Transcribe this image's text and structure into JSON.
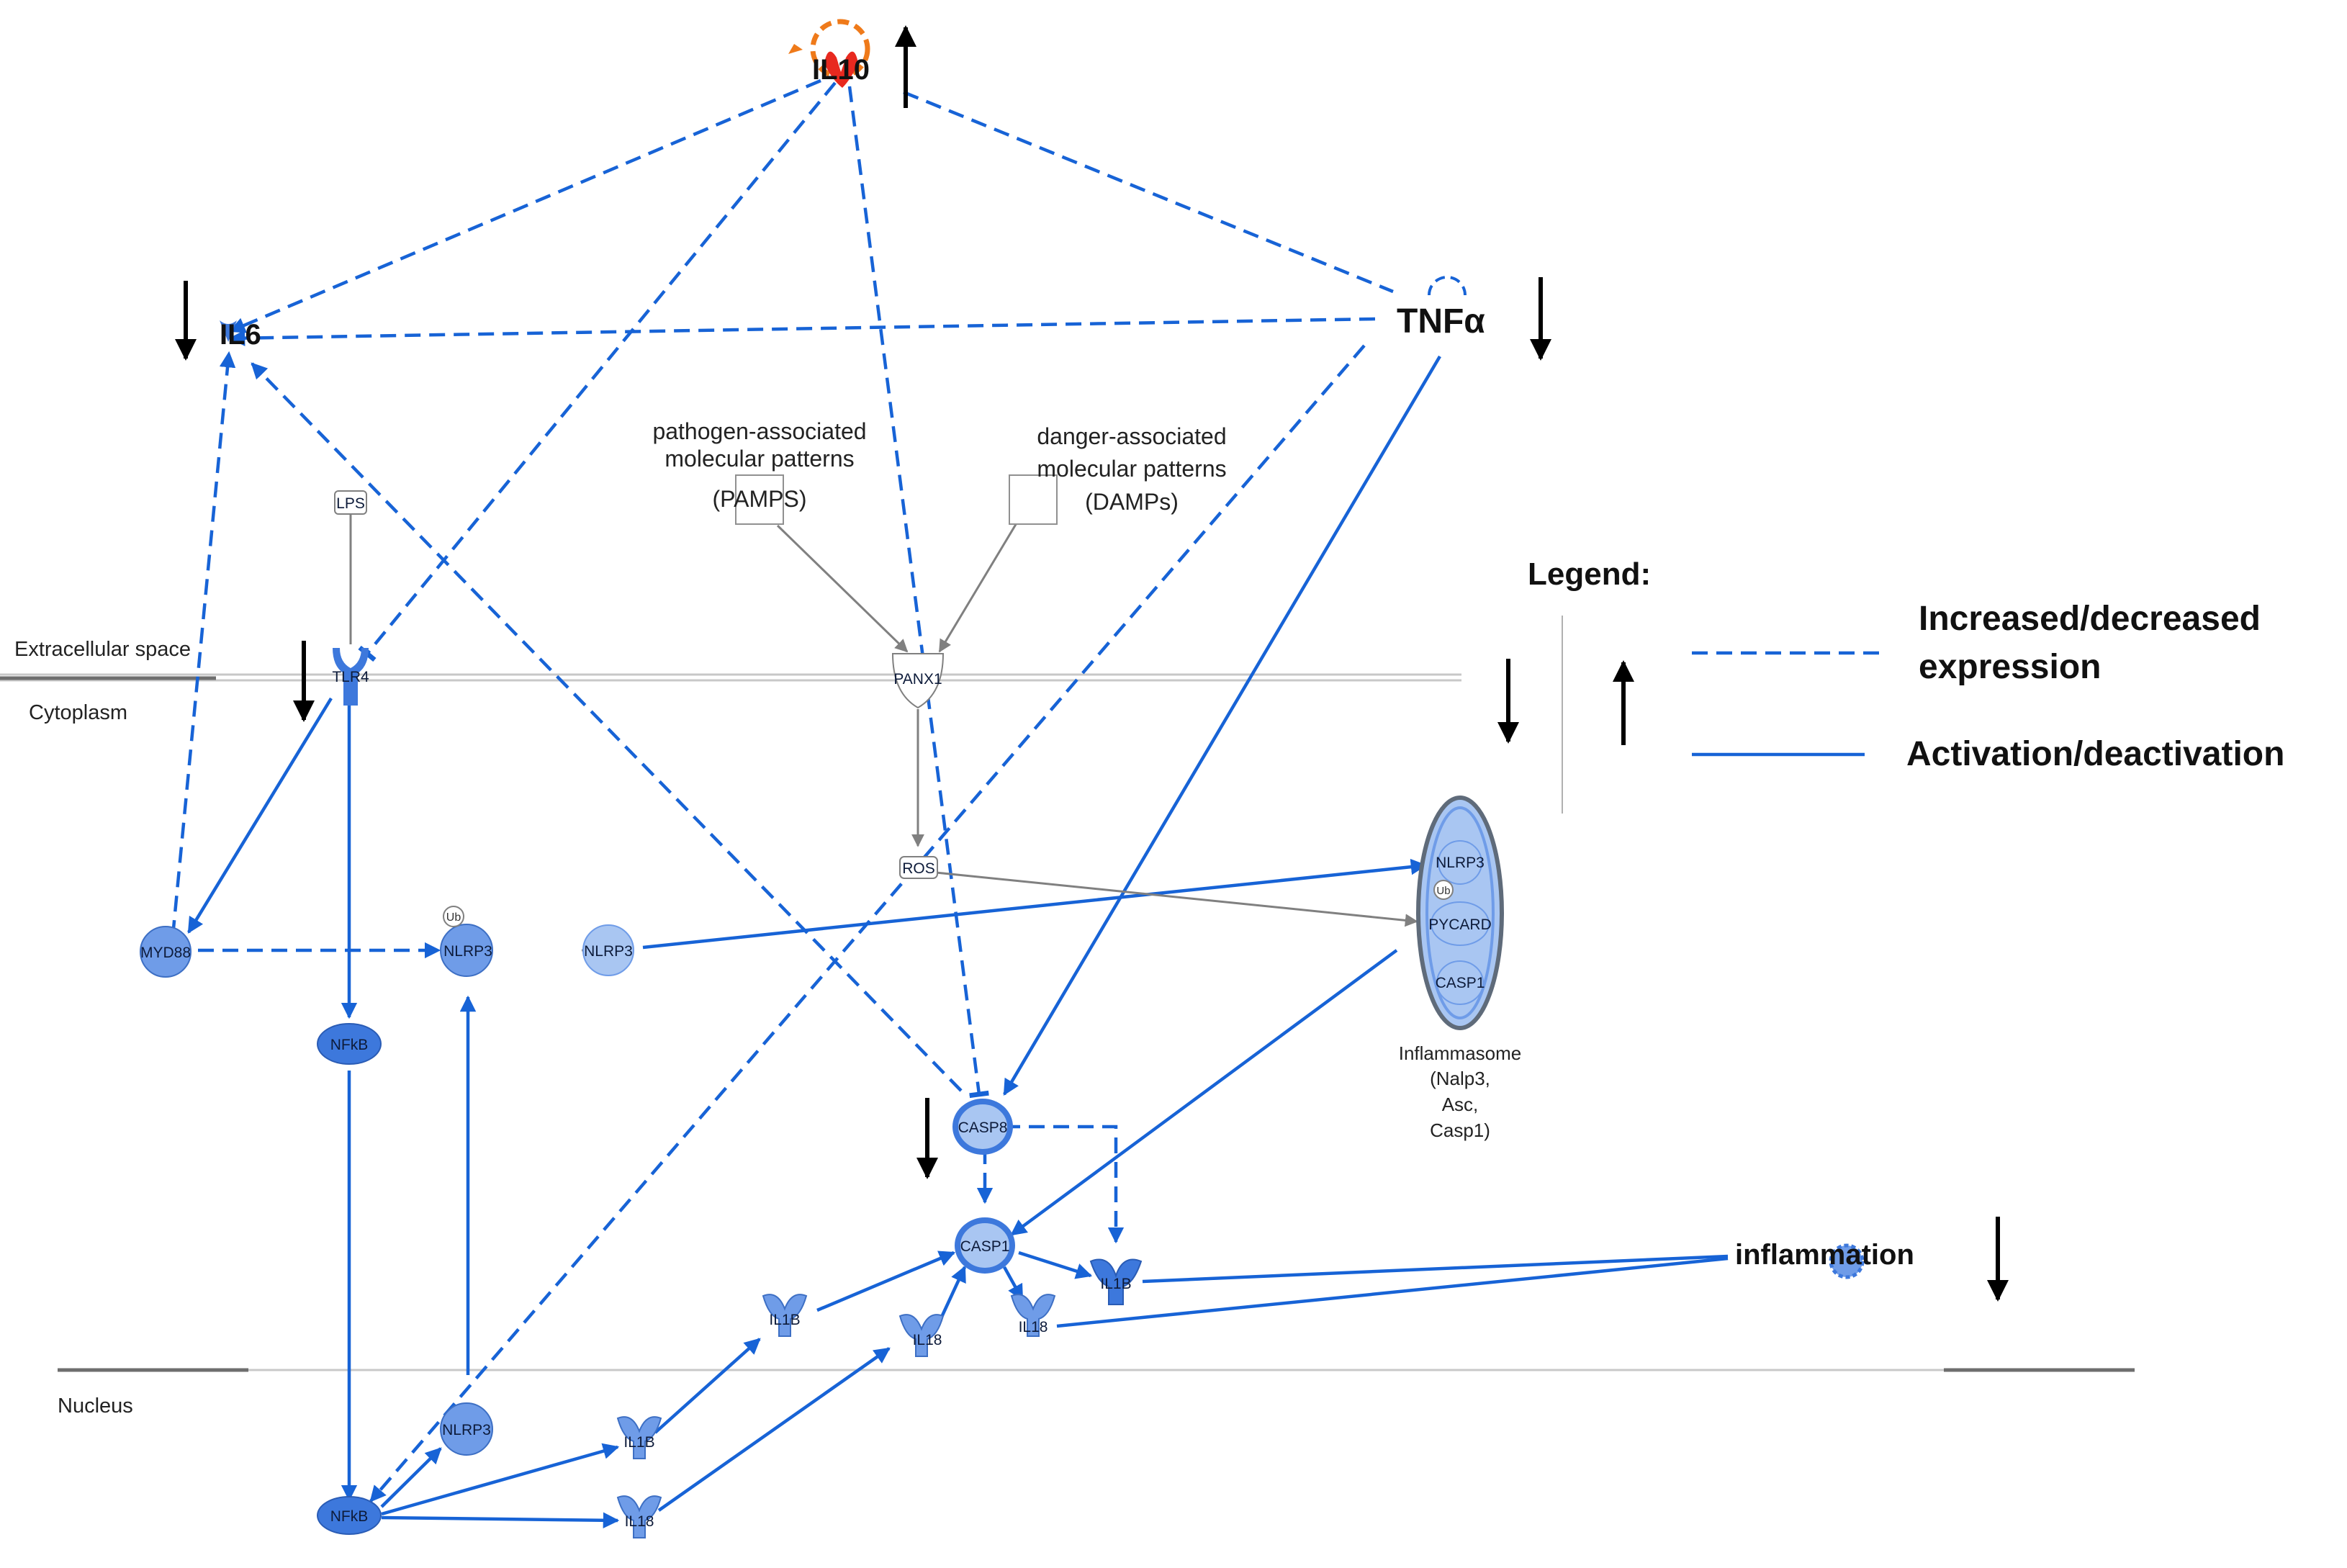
{
  "compartments": {
    "extracellular": "Extracellular space",
    "cytoplasm": "Cytoplasm",
    "nucleus": "Nucleus"
  },
  "nodes": {
    "il10": "IL10",
    "il6": "IL6",
    "tnfa": "TNFα",
    "lps": "LPS",
    "tlr4": "TLR4",
    "panx1": "PANX1",
    "ros": "ROS",
    "myd88": "MYD88",
    "nlrp3_a": "NLRP3",
    "nlrp3_b": "NLRP3",
    "nfkb_cyto": "NFkB",
    "casp8": "CASP8",
    "casp1": "CASP1",
    "il1b_cyto": "IL1B",
    "il18_cyto_a": "IL18",
    "il18_cyto_b": "IL18",
    "il1b_right": "IL1B",
    "nlrp3_nuc": "NLRP3",
    "il1b_nuc": "IL1B",
    "il18_nuc": "IL18",
    "nfkb_nuc": "NFkB",
    "inflammation": "inflammation",
    "ub": "Ub"
  },
  "pamps": [
    "pathogen-associated",
    "molecular patterns",
    "(PAMPS)"
  ],
  "damps": [
    "danger-associated",
    "molecular patterns",
    "(DAMPs)"
  ],
  "inflammasome": {
    "components": [
      "NLRP3",
      "Ub",
      "PYCARD",
      "CASP1"
    ],
    "caption": [
      "Inflammasome",
      "(Nalp3,",
      "Asc,",
      "Casp1)"
    ]
  },
  "legend": {
    "title": "Legend:",
    "dashed_label": [
      "Increased/decreased",
      "expression"
    ],
    "solid_label": "Activation/deactivation"
  },
  "colors": {
    "edge": "#1763d6",
    "node_dark": "#3d78dc",
    "node_mid": "#6f9ce8",
    "node_light": "#a9c6f2",
    "il10": "#e8291f",
    "il10_loop": "#ef7a1a"
  }
}
